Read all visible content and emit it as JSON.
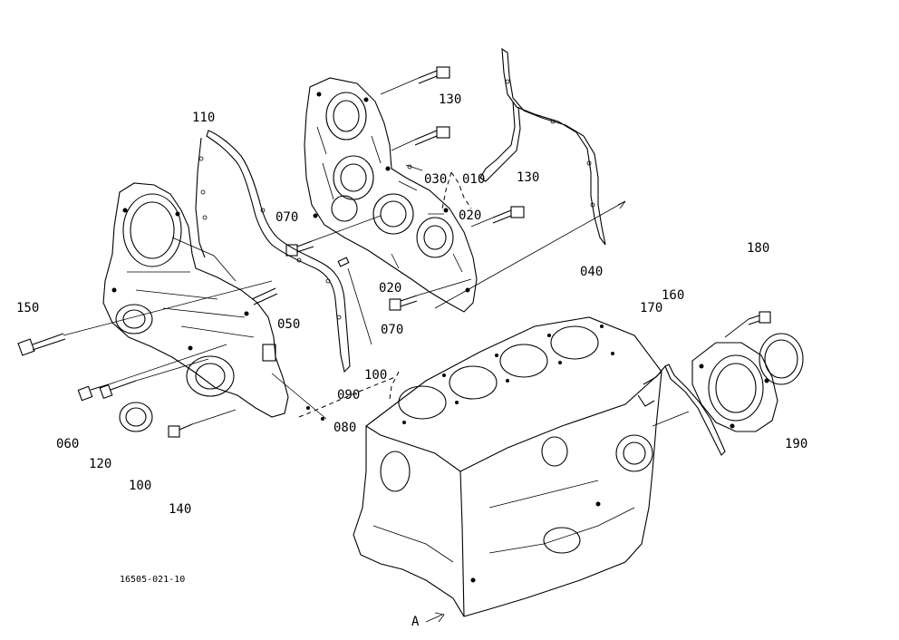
{
  "diagram": {
    "reference_code": "16505-021-10",
    "view_marker": "A",
    "labels": [
      {
        "id": "110",
        "text": "110"
      },
      {
        "id": "130a",
        "text": "130"
      },
      {
        "id": "130b",
        "text": "130"
      },
      {
        "id": "030",
        "text": "030"
      },
      {
        "id": "010",
        "text": "010"
      },
      {
        "id": "020a",
        "text": "020"
      },
      {
        "id": "020b",
        "text": "020"
      },
      {
        "id": "070a",
        "text": "070"
      },
      {
        "id": "070b",
        "text": "070"
      },
      {
        "id": "040",
        "text": "040"
      },
      {
        "id": "150",
        "text": "150"
      },
      {
        "id": "050",
        "text": "050"
      },
      {
        "id": "100b",
        "text": "100"
      },
      {
        "id": "090",
        "text": "090"
      },
      {
        "id": "080",
        "text": "080"
      },
      {
        "id": "060",
        "text": "060"
      },
      {
        "id": "120",
        "text": "120"
      },
      {
        "id": "100a",
        "text": "100"
      },
      {
        "id": "140",
        "text": "140"
      },
      {
        "id": "170",
        "text": "170"
      },
      {
        "id": "160",
        "text": "160"
      },
      {
        "id": "180",
        "text": "180"
      },
      {
        "id": "190",
        "text": "190"
      }
    ]
  }
}
